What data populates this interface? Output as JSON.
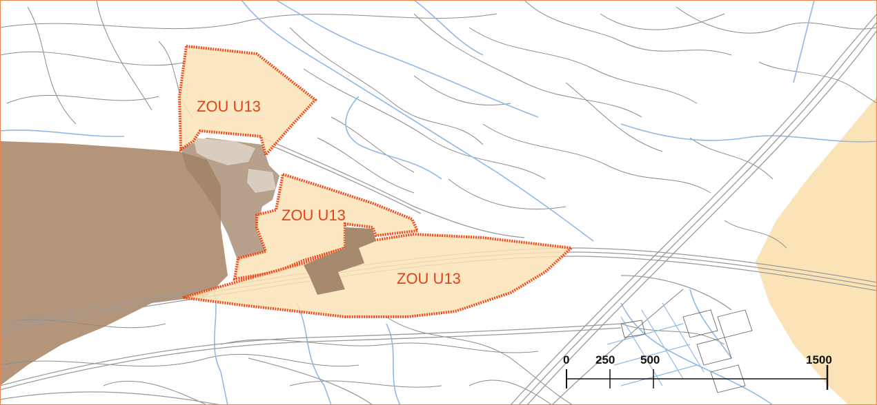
{
  "colors": {
    "background": "#ffffff",
    "contour": "#8a8a8a",
    "water": "#8fb9e6",
    "road": "#9a9a9a",
    "urban_zone": "#b49579",
    "built_up": "#d9cdc0",
    "zou_fill": "#fbe3b8",
    "zou_border": "#f04a18",
    "frame_border": "#e8854f"
  },
  "zones": [
    {
      "id": "zou-north",
      "label": "ZOU U13"
    },
    {
      "id": "zou-middle",
      "label": "ZOU U13"
    },
    {
      "id": "zou-south",
      "label": "ZOU U13"
    }
  ],
  "scale_bar": {
    "ticks": [
      "0",
      "250",
      "500",
      "1500"
    ]
  }
}
